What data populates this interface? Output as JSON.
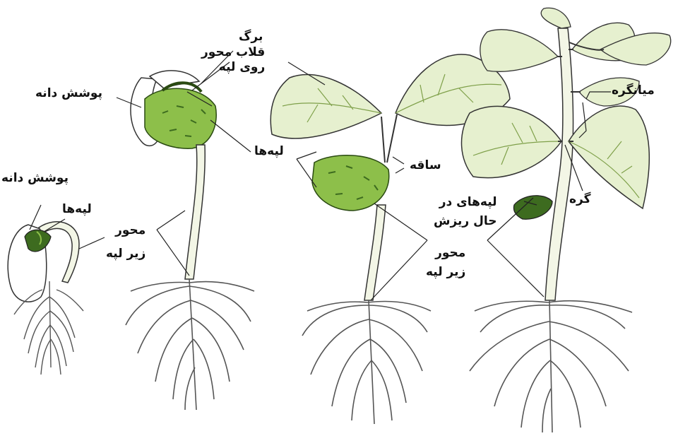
{
  "labels": {
    "seed_coat_1": "پوشش دانه",
    "cotyledons_1": "لپه‌ها",
    "hypocotyl_1": {
      "line1": "محور",
      "line2": "زیر لپه"
    },
    "seed_coat_2": "پوشش دانه",
    "leaf": "برگ",
    "epicotyl_hook": {
      "line1": "قلاب محور",
      "line2": "روی لپه"
    },
    "cotyledons_2": "لپه‌ها",
    "stem": "ساقه",
    "hypocotyl_2": {
      "line1": "محور",
      "line2": "زیر لپه"
    },
    "falling_cotyledons": {
      "line1": "لپه‌های در",
      "line2": "حال ریزش"
    },
    "internode": "میانگره",
    "node": "گره"
  },
  "colors": {
    "leaf_fill": "#e6f0cf",
    "cotyledon_fill": "#8dbf4a",
    "cotyledon_dark": "#3d6b1f",
    "stem_fill": "#f3f6e6",
    "root_stroke": "#555555",
    "outline": "#333333"
  }
}
